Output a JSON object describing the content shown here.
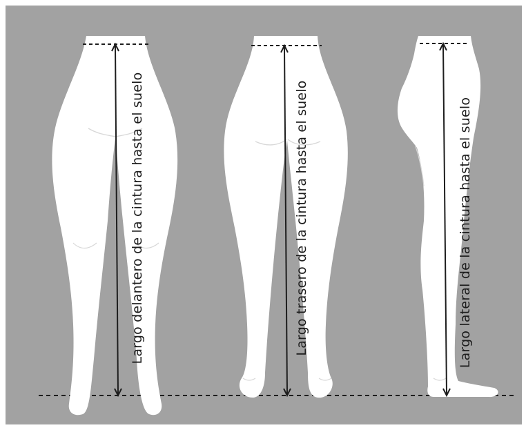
{
  "colors": {
    "background": "#a2a2a2",
    "figure": "#ffffff",
    "shadow": "#d8d8d8",
    "line": "#1d1d1d"
  },
  "views": [
    {
      "id": "front",
      "label": "Largo delantero de la cintura hasta el suelo"
    },
    {
      "id": "back",
      "label": "Largo trasero de la cintura hasta el suelo"
    },
    {
      "id": "side",
      "label": "Largo lateral de la cintura hasta el suelo"
    }
  ]
}
